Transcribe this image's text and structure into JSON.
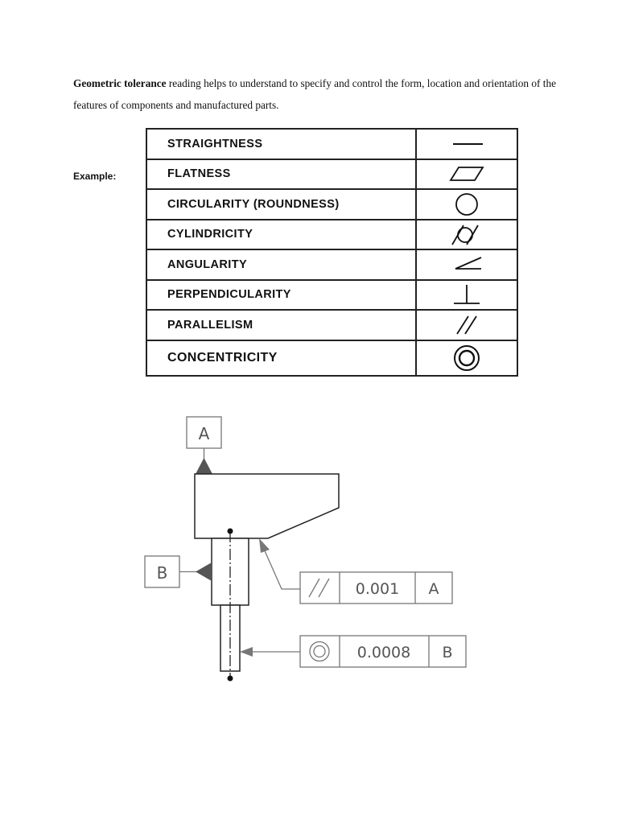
{
  "intro": {
    "bold": "Geometric tolerance",
    "rest": " reading helps to understand to specify and control the form, location and orientation of the features of components and manufactured parts."
  },
  "example_label": "Example:",
  "tolerances": [
    {
      "name": "STRAIGHTNESS",
      "icon": "straightness-icon"
    },
    {
      "name": "FLATNESS",
      "icon": "flatness-icon"
    },
    {
      "name": "CIRCULARITY  (ROUNDNESS)",
      "icon": "circularity-icon"
    },
    {
      "name": "CYLINDRICITY",
      "icon": "cylindricity-icon"
    },
    {
      "name": "ANGULARITY",
      "icon": "angularity-icon"
    },
    {
      "name": "PERPENDICULARITY",
      "icon": "perpendicularity-icon"
    },
    {
      "name": "PARALLELISM",
      "icon": "parallelism-icon"
    },
    {
      "name": "CONCENTRICITY",
      "icon": "concentricity-icon"
    }
  ],
  "diagram": {
    "datum_a": "A",
    "datum_b": "B",
    "frame1": {
      "symbol": "parallelism-icon",
      "value": "0.001",
      "datum": "A"
    },
    "frame2": {
      "symbol": "concentricity-icon",
      "value": "0.0008",
      "datum": "B"
    }
  }
}
